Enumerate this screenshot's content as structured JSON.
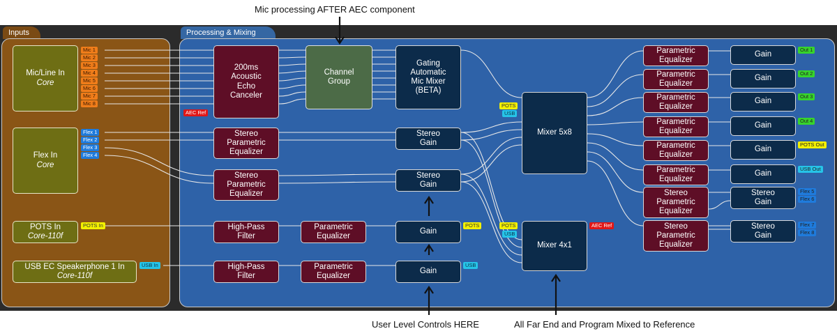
{
  "annotations": {
    "top": "Mic processing AFTER AEC component",
    "bottom_left": "User Level Controls HERE",
    "bottom_right": "All Far End and Program Mixed to Reference"
  },
  "panels": {
    "inputs": "Inputs",
    "processing": "Processing & Mixing"
  },
  "inputs": {
    "mic": {
      "title": "Mic/Line In",
      "sub": "Core",
      "channels": [
        "Mic 1",
        "Mic 2",
        "Mic 3",
        "Mic 4",
        "Mic 5",
        "Mic 6",
        "Mic 7",
        "Mic 8"
      ]
    },
    "flex": {
      "title": "Flex In",
      "sub": "Core",
      "channels": [
        "Flex 1",
        "Flex 2",
        "Flex 3",
        "Flex 4"
      ]
    },
    "pots": {
      "title": "POTS In",
      "sub": "Core-110f",
      "tag": "POTS In"
    },
    "usb": {
      "title": "USB EC Speakerphone 1 In",
      "sub": "Core-110f",
      "tag": "USB In"
    }
  },
  "blocks": {
    "aec": "200ms\nAcoustic\nEcho\nCanceler",
    "aec_ref": "AEC Ref",
    "channel_group": "Channel\nGroup",
    "automixer": "Gating\nAutomatic\nMic Mixer\n(BETA)",
    "speq1": "Stereo\nParametric\nEqualizer",
    "speq2": "Stereo\nParametric\nEqualizer",
    "sgain1": "Stereo\nGain",
    "sgain2": "Stereo\nGain",
    "hpf1": "High-Pass\nFilter",
    "hpf2": "High-Pass\nFilter",
    "peq_pots": "Parametric\nEqualizer",
    "peq_usb": "Parametric\nEqualizer",
    "gain_pots": "Gain",
    "gain_usb": "Gain",
    "gain_pots_tag": "POTS",
    "gain_usb_tag": "USB",
    "mixer58": "Mixer 5x8",
    "mixer58_tags": [
      "POTS",
      "USB"
    ],
    "mixer41": "Mixer 4x1",
    "mixer41_tags": [
      "POTS",
      "USB"
    ],
    "mixer41_ref": "AEC Ref"
  },
  "outputs": [
    {
      "eq": "Parametric\nEqualizer",
      "gain": "Gain",
      "tags": [
        "Out 1"
      ],
      "color": "#37d42c"
    },
    {
      "eq": "Parametric\nEqualizer",
      "gain": "Gain",
      "tags": [
        "Out 2"
      ],
      "color": "#37d42c"
    },
    {
      "eq": "Parametric\nEqualizer",
      "gain": "Gain",
      "tags": [
        "Out 3"
      ],
      "color": "#37d42c"
    },
    {
      "eq": "Parametric\nEqualizer",
      "gain": "Gain",
      "tags": [
        "Out 4"
      ],
      "color": "#37d42c"
    },
    {
      "eq": "Parametric\nEqualizer",
      "gain": "Gain",
      "tags": [
        "POTS Out"
      ],
      "color": "#f3f000"
    },
    {
      "eq": "Parametric\nEqualizer",
      "gain": "Gain",
      "tags": [
        "USB Out"
      ],
      "color": "#26c4e8"
    },
    {
      "eq": "Stereo\nParametric\nEqualizer",
      "gain": "Stereo\nGain",
      "tags": [
        "Flex 5",
        "Flex 6"
      ],
      "color": "#1f7bdc"
    },
    {
      "eq": "Stereo\nParametric\nEqualizer",
      "gain": "Stereo\nGain",
      "tags": [
        "Flex 7",
        "Flex 8"
      ],
      "color": "#1f7bdc"
    }
  ]
}
